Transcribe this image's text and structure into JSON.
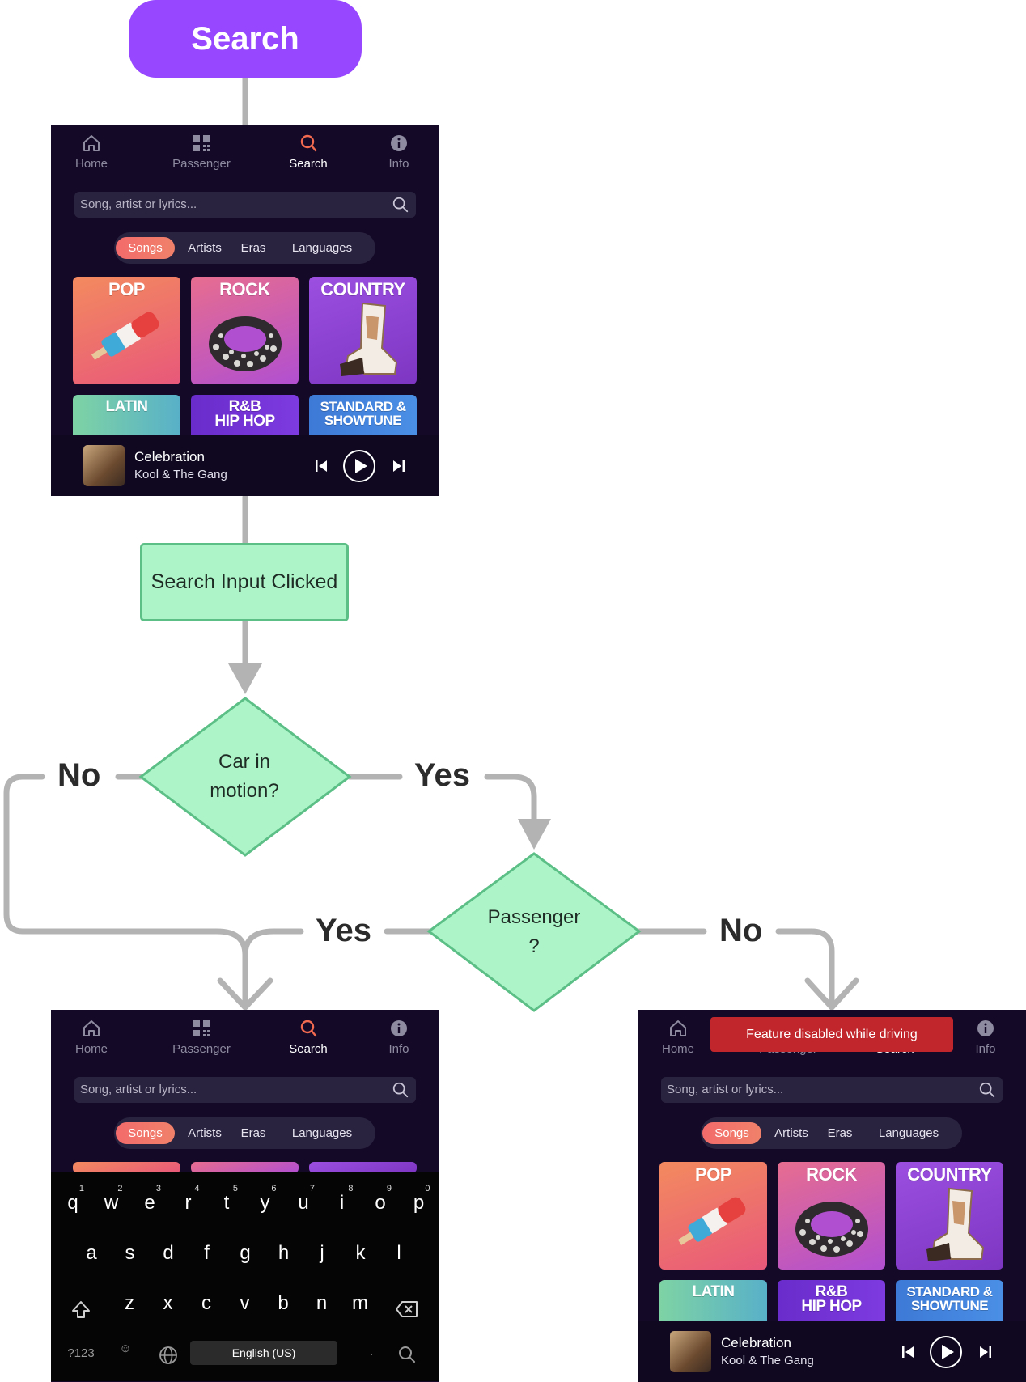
{
  "nodes": {
    "start": "Search",
    "action": "Search Input Clicked",
    "decision_motion": [
      "Car in",
      "motion?"
    ],
    "decision_passenger": [
      "Passenger",
      "?"
    ]
  },
  "edges": {
    "motion_no": "No",
    "motion_yes": "Yes",
    "passenger_yes": "Yes",
    "passenger_no": "No"
  },
  "screen": {
    "tabs": {
      "home": "Home",
      "passenger": "Passenger",
      "search": "Search",
      "info": "Info"
    },
    "search_placeholder": "Song, artist or lyrics...",
    "pills": {
      "songs": "Songs",
      "artists": "Artists",
      "eras": "Eras",
      "languages": "Languages"
    },
    "genres": {
      "pop": "POP",
      "rock": "ROCK",
      "country": "COUNTRY",
      "latin": "LATIN",
      "rnb_line1": "R&B",
      "rnb_line2": "HIP HOP",
      "standard_line1": "STANDARD &",
      "standard_line2": "SHOWTUNE"
    },
    "now_playing": {
      "title": "Celebration",
      "artist": "Kool & The Gang"
    },
    "toast": "Feature disabled while driving"
  },
  "keyboard": {
    "row1": [
      "q",
      "w",
      "e",
      "r",
      "t",
      "y",
      "u",
      "i",
      "o",
      "p"
    ],
    "row1_digits": [
      "1",
      "2",
      "3",
      "4",
      "5",
      "6",
      "7",
      "8",
      "9",
      "0"
    ],
    "row2": [
      "a",
      "s",
      "d",
      "f",
      "g",
      "h",
      "j",
      "k",
      "l"
    ],
    "row3": [
      "z",
      "x",
      "c",
      "v",
      "b",
      "n",
      "m"
    ],
    "mode_key": "?123",
    "space_label": "English (US)",
    "period": "."
  },
  "colors": {
    "start_node": "#9747ff",
    "process_fill": "#adf5c9",
    "process_border": "#5bbf86",
    "connector": "#b3b3b3",
    "screen_bg": "#140a28",
    "accent": "#f36b6b",
    "toast": "#c0262b"
  }
}
